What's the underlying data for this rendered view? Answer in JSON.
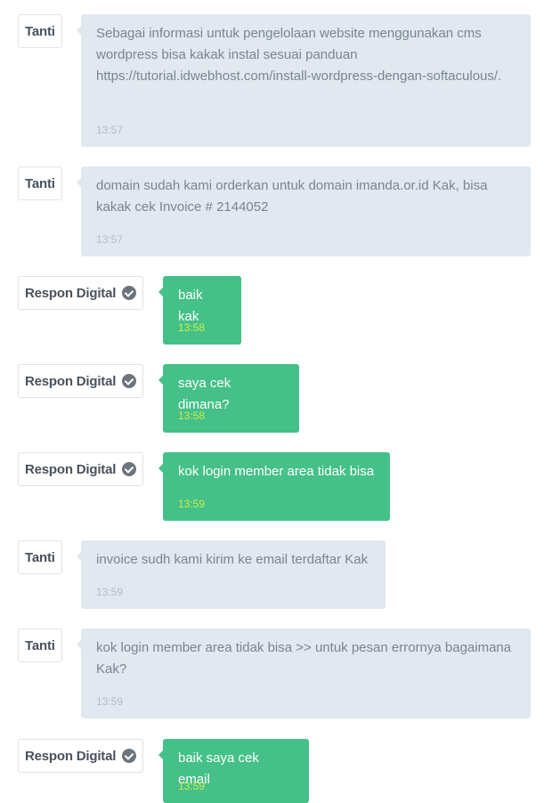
{
  "messages": [
    {
      "sender": "Tanti",
      "text": "Sebagai informasi untuk pengelolaan website menggunakan cms wordpress bisa kakak instal sesuai panduan https://tutorial.idwebhost.com/install-wordpress-dengan-softaculous/.",
      "time": "13:57"
    },
    {
      "sender": "Tanti",
      "text": "domain sudah kami orderkan untuk domain imanda.or.id Kak, bisa kakak cek Invoice # 2144052",
      "time": "13:57"
    },
    {
      "sender": "Respon Digital",
      "text": "baik kak",
      "time": "13:58"
    },
    {
      "sender": "Respon Digital",
      "text": "saya cek dimana?",
      "time": "13:58"
    },
    {
      "sender": "Respon Digital",
      "text": "kok login member area tidak bisa",
      "time": "13:59"
    },
    {
      "sender": "Tanti",
      "text": "invoice sudh kami kirim ke email terdaftar Kak",
      "time": "13:59"
    },
    {
      "sender": "Tanti",
      "text": "kok login member area tidak bisa >> untuk pesan errornya bagaimana Kak?",
      "time": "13:59"
    },
    {
      "sender": "Respon Digital",
      "text": "baik saya cek email",
      "time": "13:59"
    }
  ]
}
